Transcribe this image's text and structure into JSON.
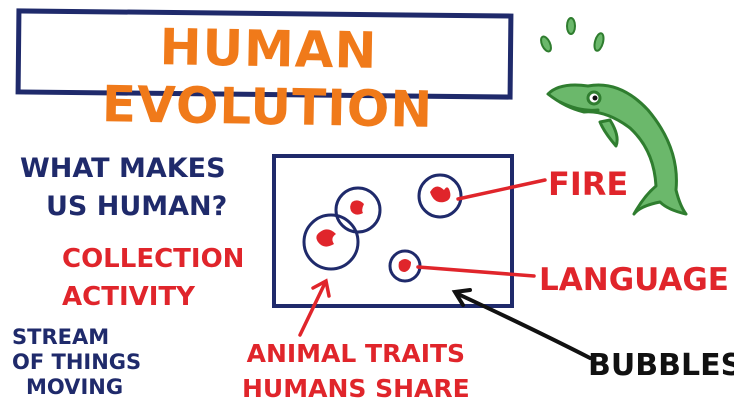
{
  "title": "HUMAN EVOLUTION",
  "sidebar": {
    "question": [
      "WHAT MAKES",
      "US HUMAN?"
    ],
    "collection": [
      "COLLECTION",
      "ACTIVITY"
    ],
    "stream": [
      "STREAM",
      "OF THINGS",
      "MOVING"
    ]
  },
  "diagram": {
    "labels": {
      "fire": "FIRE",
      "language": "LANGUAGE",
      "bubbles": "BUBBLES",
      "animal_traits": [
        "ANIMAL TRAITS",
        "HUMANS SHARE"
      ]
    }
  },
  "colors": {
    "title": "#f07a1a",
    "navy": "#1f2a6b",
    "red": "#e0252b",
    "dolphin": "#3a9a3a"
  },
  "icons": {
    "dolphin": "dolphin-icon"
  }
}
